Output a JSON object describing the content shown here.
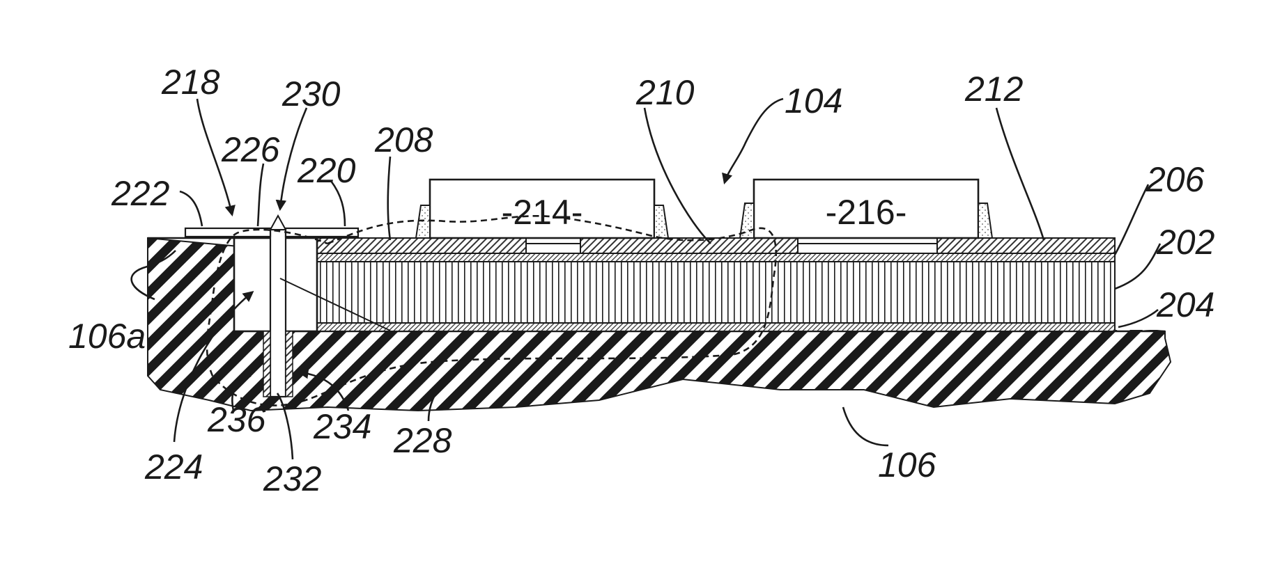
{
  "diagram": {
    "reference_numerals": [
      {
        "id": "r104",
        "text": "104"
      },
      {
        "id": "r106",
        "text": "106"
      },
      {
        "id": "r106a",
        "text": "106a"
      },
      {
        "id": "r202",
        "text": "202"
      },
      {
        "id": "r204",
        "text": "204"
      },
      {
        "id": "r206",
        "text": "206"
      },
      {
        "id": "r208",
        "text": "208"
      },
      {
        "id": "r210",
        "text": "210"
      },
      {
        "id": "r212",
        "text": "212"
      },
      {
        "id": "r218",
        "text": "218"
      },
      {
        "id": "r220",
        "text": "220"
      },
      {
        "id": "r222",
        "text": "222"
      },
      {
        "id": "r224",
        "text": "224"
      },
      {
        "id": "r226",
        "text": "226"
      },
      {
        "id": "r228",
        "text": "228"
      },
      {
        "id": "r230",
        "text": "230"
      },
      {
        "id": "r232",
        "text": "232"
      },
      {
        "id": "r234",
        "text": "234"
      },
      {
        "id": "r236",
        "text": "236"
      }
    ],
    "components": {
      "chip_214": "-214-",
      "chip_216": "-216-"
    }
  }
}
